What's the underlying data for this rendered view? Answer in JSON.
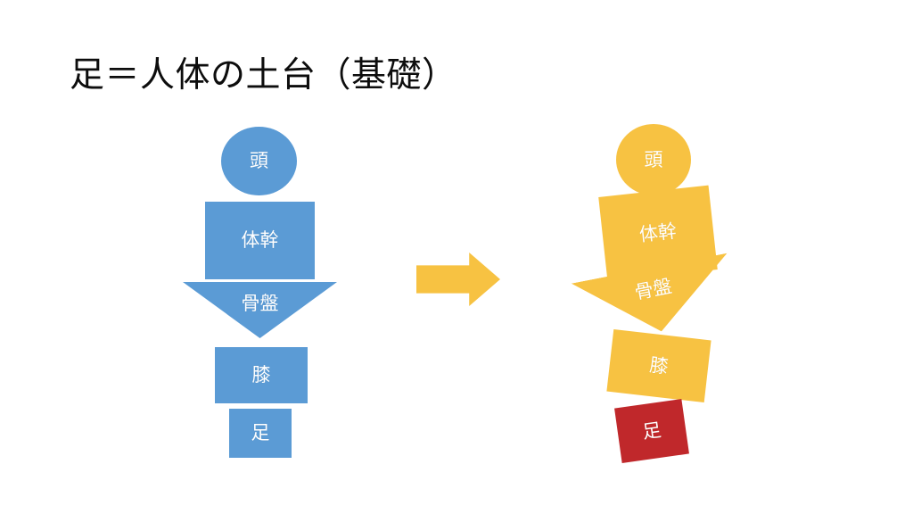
{
  "slide": {
    "title": "足＝人体の土台（基礎）",
    "background_color": "#FFFFFF"
  },
  "colors": {
    "blue": "#5B9BD5",
    "yellow": "#F7C242",
    "red": "#C0282B",
    "title_text": "#0D0D0D",
    "shape_label": "#FFFFFF"
  },
  "left_figure": {
    "name": "stable-body-diagram",
    "color": "#5B9BD5",
    "parts": [
      {
        "label": "頭",
        "shape": "circle"
      },
      {
        "label": "体幹",
        "shape": "rectangle"
      },
      {
        "label": "骨盤",
        "shape": "triangle-down"
      },
      {
        "label": "膝",
        "shape": "rectangle"
      },
      {
        "label": "足",
        "shape": "rectangle"
      }
    ]
  },
  "arrow": {
    "label": "right-arrow",
    "color": "#F7C242",
    "direction": "right"
  },
  "right_figure": {
    "name": "collapsed-body-diagram",
    "color": "#F7C242",
    "foot_color": "#C0282B",
    "parts": [
      {
        "label": "頭",
        "shape": "circle"
      },
      {
        "label": "体幹",
        "shape": "rectangle"
      },
      {
        "label": "骨盤",
        "shape": "triangle-down"
      },
      {
        "label": "膝",
        "shape": "rectangle"
      },
      {
        "label": "足",
        "shape": "rectangle"
      }
    ]
  }
}
